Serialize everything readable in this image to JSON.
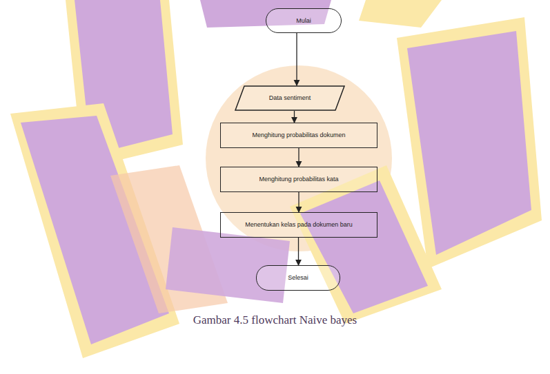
{
  "diagram": {
    "caption": "Gambar 4.5 flowchart Naive bayes",
    "nodes": [
      {
        "text": [
          "Mulai"
        ]
      },
      {
        "text": [
          "Data sentiment"
        ]
      },
      {
        "text": [
          "Menghitung probabilitas dokumen"
        ]
      },
      {
        "text": [
          "Menghitung probabilitas kata"
        ]
      },
      {
        "text": [
          "Menentukan kelas pada dokumen baru"
        ]
      },
      {
        "text": [
          "Selesai"
        ]
      }
    ],
    "edges": [
      {
        "from": 0,
        "to": 1,
        "arrow": "to"
      },
      {
        "from": 1,
        "to": 2,
        "arrow": "to"
      },
      {
        "from": 2,
        "to": 3,
        "arrow": "to"
      },
      {
        "from": 3,
        "to": 4,
        "arrow": "to"
      },
      {
        "from": 4,
        "to": 5,
        "arrow": "to"
      }
    ]
  }
}
